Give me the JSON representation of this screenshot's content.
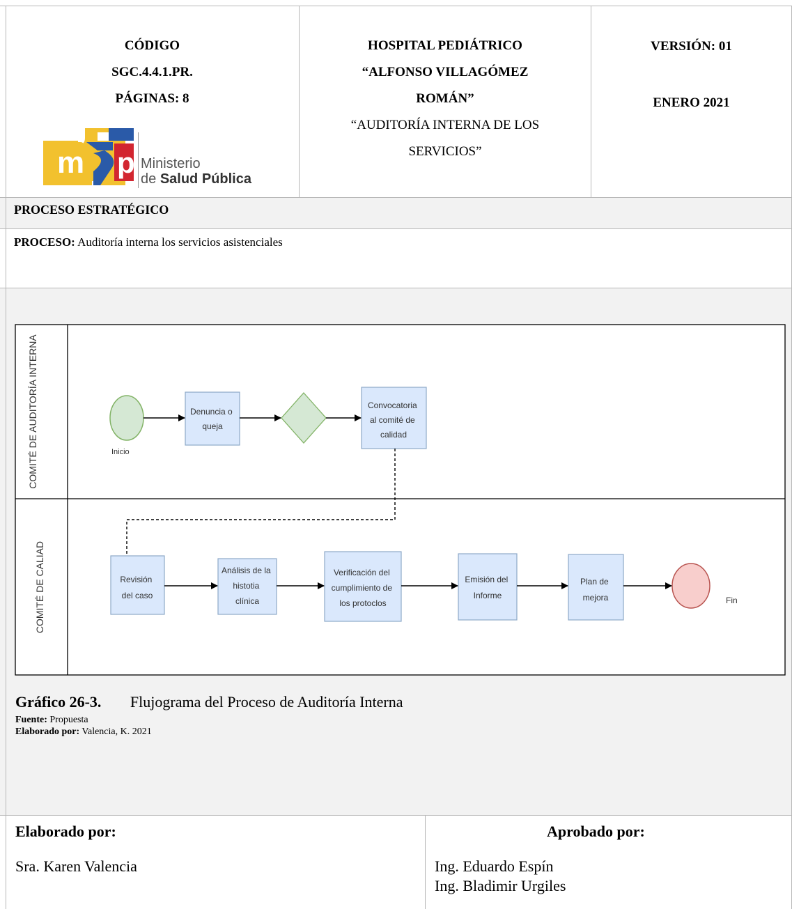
{
  "header": {
    "left": {
      "code_label": "CÓDIGO",
      "code_value": "SGC.4.4.1.PR.",
      "pages": "PÁGINAS: 8",
      "logo_text": "msp",
      "logo_line1": "Ministerio",
      "logo_line2_prefix": "de ",
      "logo_line2_bold": "Salud Pública"
    },
    "center": {
      "line1": "HOSPITAL PEDIÁTRICO",
      "line2": "“ALFONSO VILLAGÓMEZ",
      "line3": "ROMÁN”",
      "line4": "“AUDITORÍA INTERNA DE LOS",
      "line5": "SERVICIOS”"
    },
    "right": {
      "version": "VERSIÓN: 01",
      "date": "ENERO 2021"
    }
  },
  "process_type": "PROCESO ESTRATÉGICO",
  "process": {
    "label": "PROCESO:",
    "value": " Auditoría interna los servicios asistenciales"
  },
  "diagram": {
    "lane1": "COMITÉ DE AUDITORÍA INTERNA",
    "lane2": "COMITÉ DE CALIAD",
    "start_label": "Inicio",
    "end_label": "Fin",
    "nodes": {
      "denuncia": [
        "Denuncia o",
        "queja"
      ],
      "convocatoria": [
        "Convocatoria",
        "al comité de",
        "calidad"
      ],
      "revision": [
        "Revisión",
        "del caso"
      ],
      "analisis": [
        "Análisis de la",
        "histotia",
        "clínica"
      ],
      "verificacion": [
        "Verificación del",
        "cumplimiento de",
        "los protoclos"
      ],
      "emision": [
        "Emisión del",
        "Informe"
      ],
      "plan": [
        "Plan de",
        "mejora"
      ]
    }
  },
  "caption": {
    "number": "Gráfico 26-3.",
    "title": "Flujograma del Proceso de Auditoría Interna",
    "source_label": "Fuente:",
    "source_value": " Propuesta",
    "author_label": "Elaborado por:",
    "author_value": " Valencia, K. 2021"
  },
  "footer": {
    "elaborated_label": "Elaborado por:",
    "elaborated_name": "Sra. Karen Valencia",
    "approved_label": "Aprobado por:",
    "approved_names": [
      "Ing. Eduardo Espín",
      "Ing. Bladimir Urgiles"
    ]
  },
  "colors": {
    "box_fill": "#dae8fc",
    "box_stroke": "#8ea9c8",
    "start_fill": "#d5e8d4",
    "start_stroke": "#82b366",
    "end_fill": "#f8cecc",
    "end_stroke": "#b85450",
    "gray_band": "#f2f2f2"
  }
}
